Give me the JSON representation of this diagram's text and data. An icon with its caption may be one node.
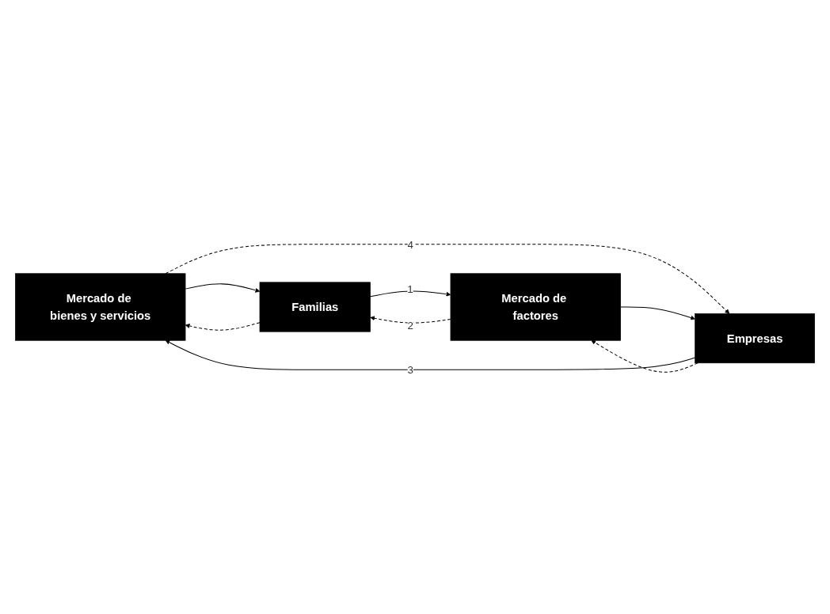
{
  "diagram": {
    "nodes": [
      {
        "text": [
          "Mercado de bienes y servicios"
        ]
      },
      {
        "text": [
          "Familias"
        ]
      },
      {
        "text": [
          "Empresas"
        ]
      },
      {
        "text": [
          "Mercado de factores"
        ]
      }
    ],
    "edges": [
      {
        "from": 1,
        "to": 0,
        "arrow": "to",
        "style": "dashed"
      },
      {
        "from": 0,
        "to": 1,
        "arrow": "to"
      },
      {
        "from": 0,
        "to": 2,
        "arrow": "to",
        "style": "dashed",
        "label": "4"
      },
      {
        "from": 2,
        "to": 0,
        "arrow": "to",
        "label": "3"
      },
      {
        "from": 1,
        "to": 3,
        "arrow": "to",
        "label": "1"
      },
      {
        "from": 3,
        "to": 1,
        "arrow": "to",
        "style": "dashed",
        "label": "2"
      },
      {
        "from": 3,
        "to": 2,
        "arrow": "to"
      },
      {
        "from": 2,
        "to": 3,
        "arrow": "to",
        "style": "dashed"
      }
    ]
  }
}
